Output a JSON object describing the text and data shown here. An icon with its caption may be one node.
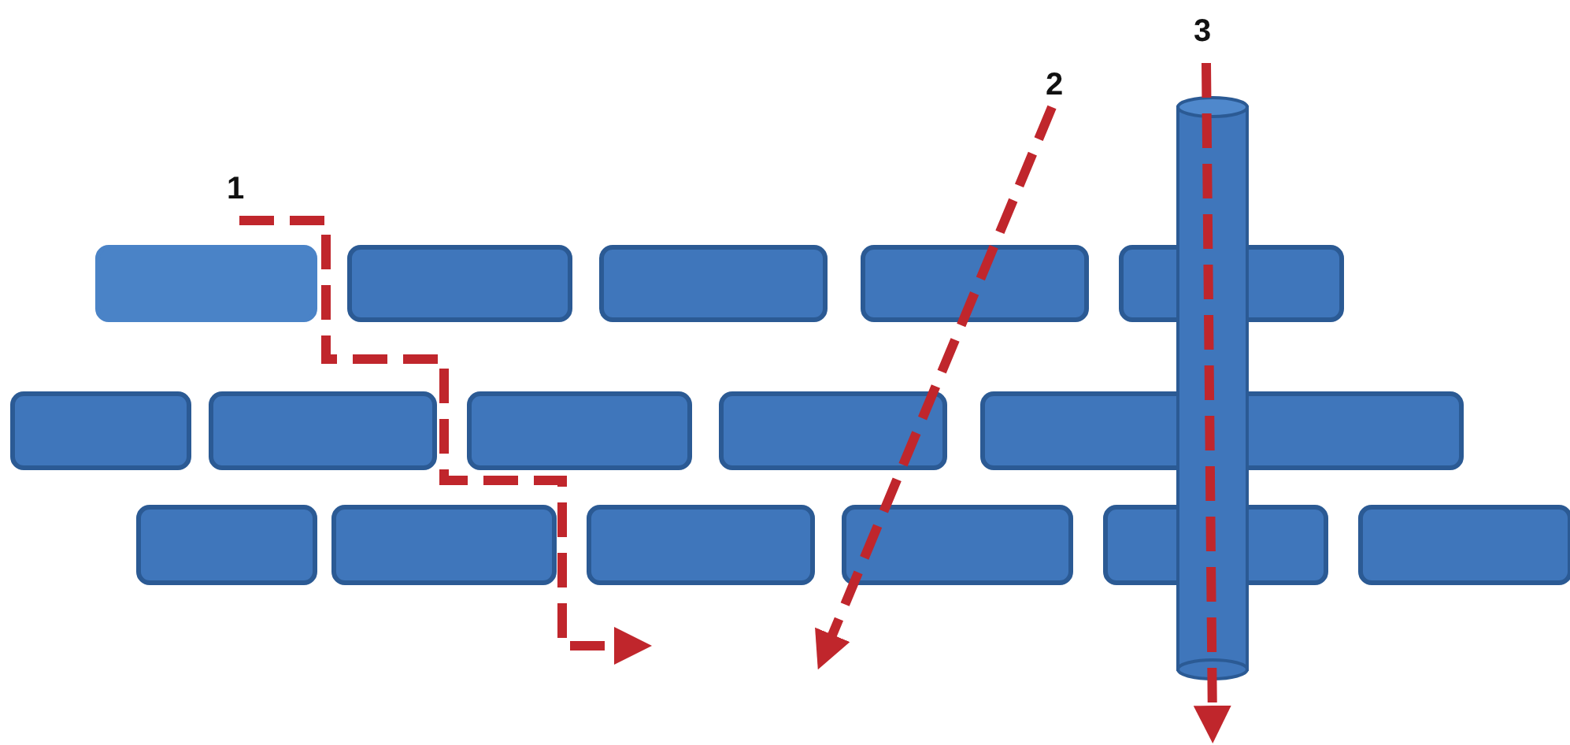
{
  "diagram": {
    "nodes": [
      {
        "text": [
          "1"
        ]
      },
      {
        "text": [
          "2"
        ]
      },
      {
        "text": [
          "3"
        ]
      }
    ],
    "edges": [
      {
        "from": 0,
        "to": null,
        "arrow": "to",
        "style": "dashed"
      },
      {
        "from": 1,
        "to": null,
        "arrow": "to",
        "style": "dashed"
      },
      {
        "from": 2,
        "to": null,
        "arrow": "to",
        "style": "dashed"
      }
    ]
  }
}
